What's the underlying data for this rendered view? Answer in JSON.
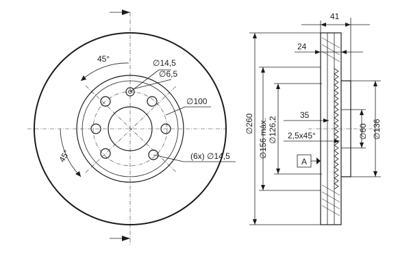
{
  "front_view": {
    "angle_top": "45°",
    "angle_left": "45°",
    "d_hole_a": "∅14,5",
    "d_small": "∅6,5",
    "pcd": "∅100",
    "bolt_holes": "(6x) ∅14,5"
  },
  "side_view": {
    "width_total": "41",
    "width_step": "24",
    "d_outer": "∅260",
    "d_friction_min": "∅156 máx.",
    "d_hat": "∅126,2",
    "hat_depth": "35",
    "chamfer": "2,5x45°",
    "datum": "A",
    "d_center": "∅60",
    "d_hub": "∅136"
  },
  "colors": {
    "line": "#1a1a1a",
    "hatch": "#444444"
  }
}
